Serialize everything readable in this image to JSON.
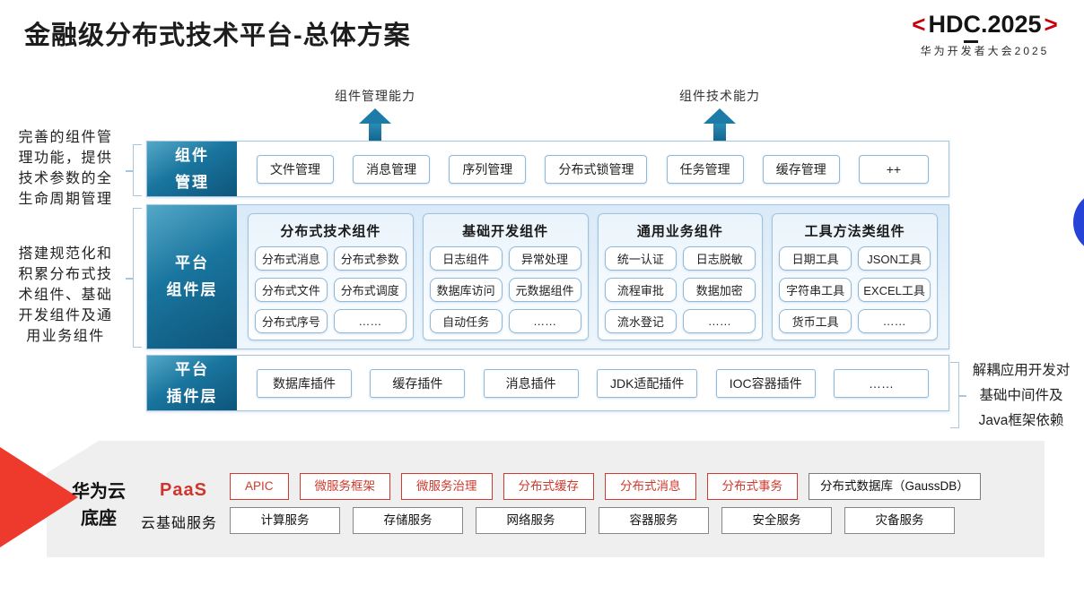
{
  "page": {
    "title": "金融级分布式技术平台-总体方案"
  },
  "logo": {
    "bracket_left": "<",
    "wordmark": "HDC.2025",
    "bracket_right": ">",
    "subtitle": "华为开发者大会2025",
    "accent_color": "#c7000b"
  },
  "capability_arrows": {
    "left": "组件管理能力",
    "right": "组件技术能力"
  },
  "side_notes": {
    "left_top": "完善的组件管\n理功能，提供\n技术参数的全\n生命周期管理",
    "left_bottom": "搭建规范化和\n积累分布式技\n术组件、基础\n开发组件及通\n用业务组件",
    "right": "解耦应用开发对\n基础中间件及\nJava框架依赖"
  },
  "component_mgmt": {
    "label": "组件\n管理",
    "items": [
      "文件管理",
      "消息管理",
      "序列管理",
      "分布式锁管理",
      "任务管理",
      "缓存管理",
      "++"
    ]
  },
  "platform_components": {
    "label": "平台\n组件层",
    "groups": [
      {
        "title": "分布式技术组件",
        "items": [
          "分布式消息",
          "分布式参数",
          "分布式文件",
          "分布式调度",
          "分布式序号",
          "……"
        ]
      },
      {
        "title": "基础开发组件",
        "items": [
          "日志组件",
          "异常处理",
          "数据库访问",
          "元数据组件",
          "自动任务",
          "……"
        ]
      },
      {
        "title": "通用业务组件",
        "items": [
          "统一认证",
          "日志脱敏",
          "流程审批",
          "数据加密",
          "流水登记",
          "……"
        ]
      },
      {
        "title": "工具方法类组件",
        "items": [
          "日期工具",
          "JSON工具",
          "字符串工具",
          "EXCEL工具",
          "货币工具",
          "……"
        ]
      }
    ]
  },
  "platform_plugins": {
    "label": "平台\n插件层",
    "items": [
      "数据库插件",
      "缓存插件",
      "消息插件",
      "JDK适配插件",
      "IOC容器插件",
      "……"
    ]
  },
  "cloud_base": {
    "label": "华为云\n底座",
    "paas": {
      "label": "PaaS",
      "items": [
        "APIC",
        "微服务框架",
        "微服务治理",
        "分布式缓存",
        "分布式消息",
        "分布式事务"
      ],
      "neutral_item": "分布式数据库（GaussDB）"
    },
    "cloud_services": {
      "label": "云基础服务",
      "items": [
        "计算服务",
        "存储服务",
        "网络服务",
        "容器服务",
        "安全服务",
        "灾备服务"
      ]
    }
  },
  "colors": {
    "layer_label_teal": "#15688f",
    "row_border_blue": "#a3c6e1",
    "arrow_teal": "#1d7ba7",
    "paas_red": "#cf3a30",
    "wedge_red": "#ee392d",
    "logo_red": "#c7000b",
    "decor_circle_blue": "#2543d6",
    "base_gray": "#efeff0"
  }
}
